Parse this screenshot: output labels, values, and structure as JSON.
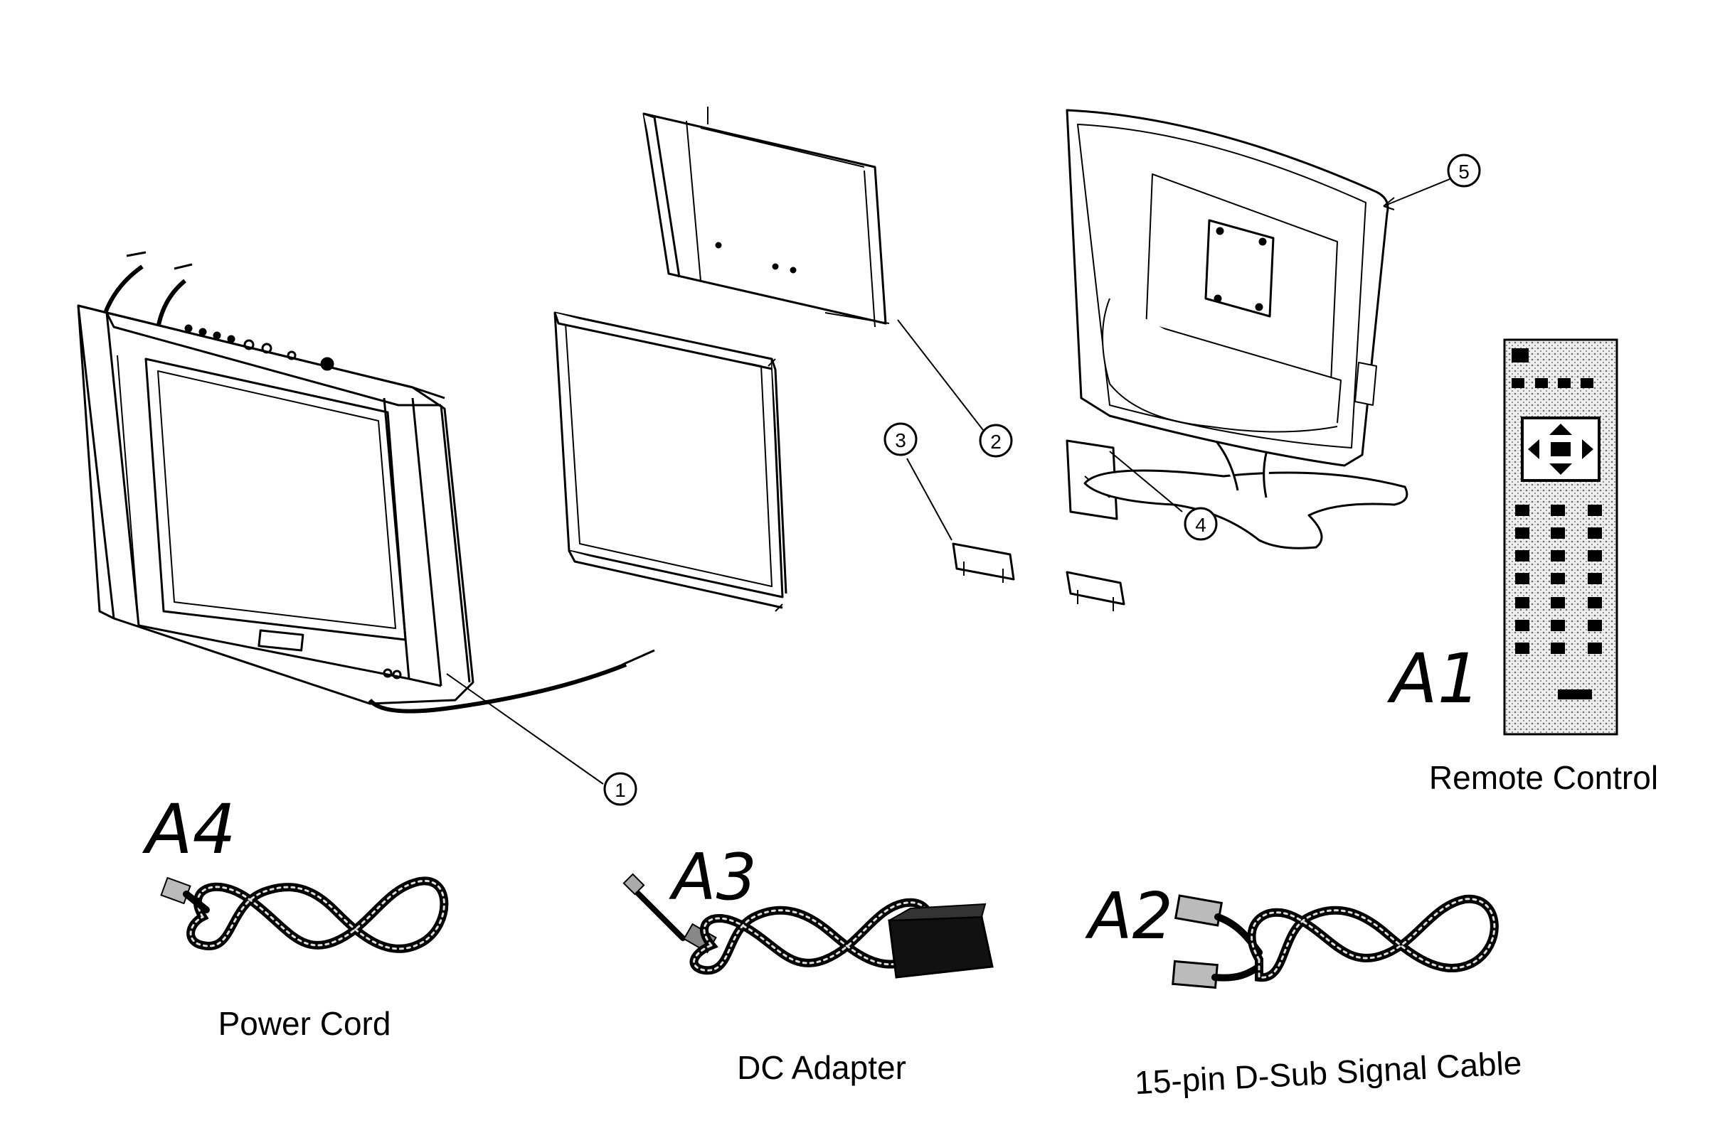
{
  "callouts": [
    "1",
    "2",
    "3",
    "4",
    "5"
  ],
  "accessories": {
    "a1": {
      "code": "A1",
      "caption": "Remote Control"
    },
    "a2": {
      "code": "A2",
      "caption": "15-pin D-Sub Signal Cable"
    },
    "a3": {
      "code": "A3",
      "caption": "DC Adapter"
    },
    "a4": {
      "code": "A4",
      "caption": "Power Cord"
    }
  }
}
